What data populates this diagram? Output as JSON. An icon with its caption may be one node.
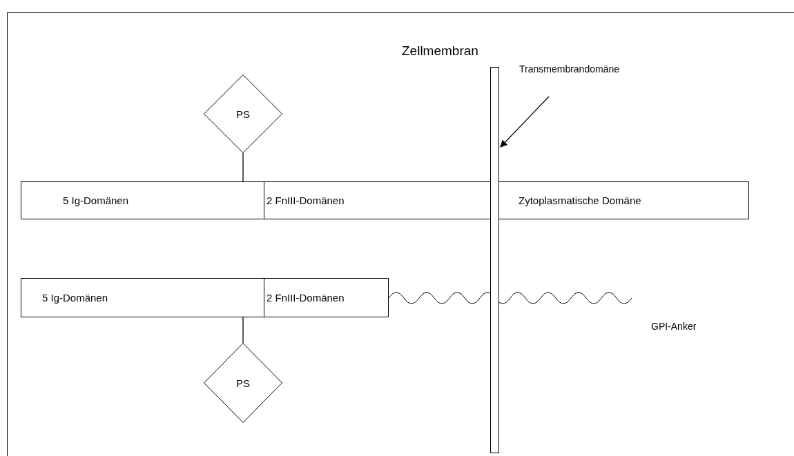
{
  "diagram": {
    "nodes": [
      {
        "text": [
          "PS"
        ]
      },
      {
        "text": [
          "5 Ig-Domänen"
        ]
      },
      {
        "text": [
          "2 FnIII-Domänen"
        ]
      },
      {
        "text": [
          "Zytoplasmatische Domäne"
        ]
      },
      {
        "text": [
          "Zellmembran"
        ]
      },
      {
        "text": [
          "Transmembrandomäne"
        ]
      },
      {
        "text": [
          "5 Ig-Domänen"
        ]
      },
      {
        "text": [
          "2 FnIII-Domänen"
        ]
      },
      {
        "text": [
          "PS"
        ]
      }
    ],
    "edges": [
      {
        "from": 0,
        "to": 1,
        "arrow": "none"
      },
      {
        "from": 5,
        "to": 4,
        "arrow": "to"
      },
      {
        "from": 6,
        "to": 8,
        "arrow": "none"
      }
    ],
    "labels": [
      "GPI-Anker"
    ]
  }
}
